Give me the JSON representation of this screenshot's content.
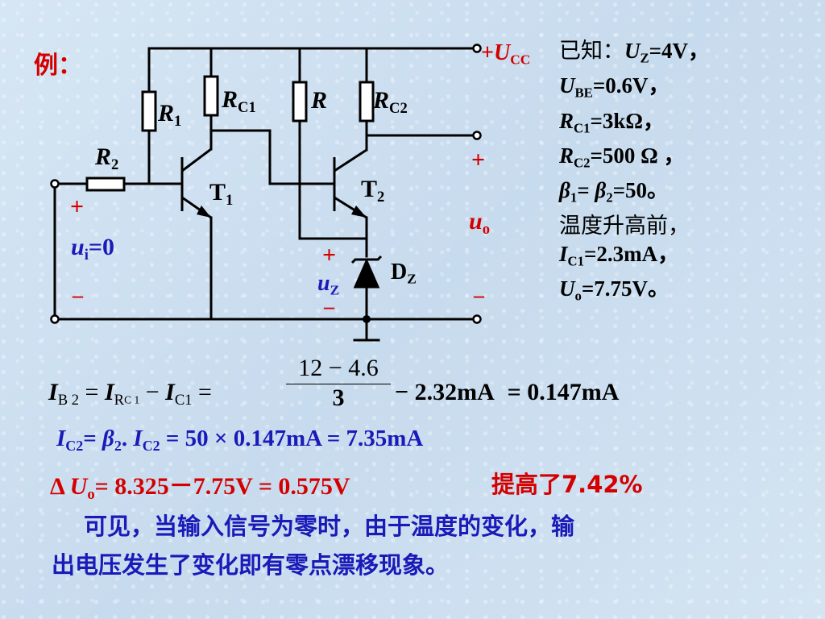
{
  "example_label": "例：",
  "circuit": {
    "vcc": {
      "sign": "+",
      "var": "U",
      "sub": "CC"
    },
    "r1": {
      "var": "R",
      "sub": "1"
    },
    "r2": {
      "var": "R",
      "sub": "2"
    },
    "rc1": {
      "var": "R",
      "sub": "C1"
    },
    "r": {
      "var": "R"
    },
    "rc2": {
      "var": "R",
      "sub": "C2"
    },
    "t1": {
      "var": "T",
      "sub": "1"
    },
    "t2": {
      "var": "T",
      "sub": "2"
    },
    "dz": {
      "var": "D",
      "sub": "Z"
    },
    "ui": {
      "var": "u",
      "sub": "i",
      "suffix": "=0"
    },
    "uo": {
      "var": "u",
      "sub": "o"
    },
    "uz": {
      "var": "u",
      "sub": "Z"
    },
    "plus": "+",
    "minus": "–"
  },
  "given": {
    "line1_prefix": "已知：",
    "line1_var": "U",
    "line1_sub": "Z",
    "line1_val": "=4V，",
    "line2_var": "U",
    "line2_sub": "BE",
    "line2_val": "=0.6V，",
    "line3_var": "R",
    "line3_sub": "C1",
    "line3_val": "=3kΩ，",
    "line4_var": "R",
    "line4_sub": "C2",
    "line4_val": "=500 Ω ，",
    "line5_a": "β",
    "line5_sub_a": "1",
    "line5_mid": "= ",
    "line5_b": "β",
    "line5_sub_b": "2",
    "line5_val": "=50。",
    "line6": "温度升高前，",
    "line7_var": "I",
    "line7_sub": "C1",
    "line7_val": "=2.3mA，",
    "line8_var": "U",
    "line8_sub": "o",
    "line8_val": "=7.75V。"
  },
  "equations": {
    "eq1_lhs_var": "I",
    "eq1_lhs_sub": "B 2",
    "eq1_eq": "=",
    "eq1_term1_var": "I",
    "eq1_term1_sub_var": "R",
    "eq1_term1_sub": "C 1",
    "eq1_minus": "−",
    "eq1_term2_var": "I",
    "eq1_term2_sub": "C1",
    "eq1_eq2": "=",
    "eq1_numerator": "12 − 4.6",
    "eq1_denominator": "3",
    "eq1_tail": "− 2.32mA",
    "eq1_result": "= 0.147mA",
    "eq2_var": "I",
    "eq2_sub": "C2",
    "eq2_eq": "=",
    "eq2_beta": "β",
    "eq2_beta_sub": "2",
    "eq2_dot": ".",
    "eq2_var2": "I",
    "eq2_sub2": "C2",
    "eq2_rest": " = 50 × 0.147mA = 7.35mA",
    "eq3_delta": "Δ ",
    "eq3_var": "U",
    "eq3_sub": "o",
    "eq3_rest": "= 8.325－7.75V = 0.575V",
    "eq3_note": "提高了7.42%"
  },
  "conclusion": {
    "line1": "可见，当输入信号为零时，由于温度的变化，输",
    "line2": "出电压发生了变化即有零点漂移现象。"
  },
  "colors": {
    "red": "#d40000",
    "blue": "#1a1ab8",
    "wire": "#000000"
  }
}
